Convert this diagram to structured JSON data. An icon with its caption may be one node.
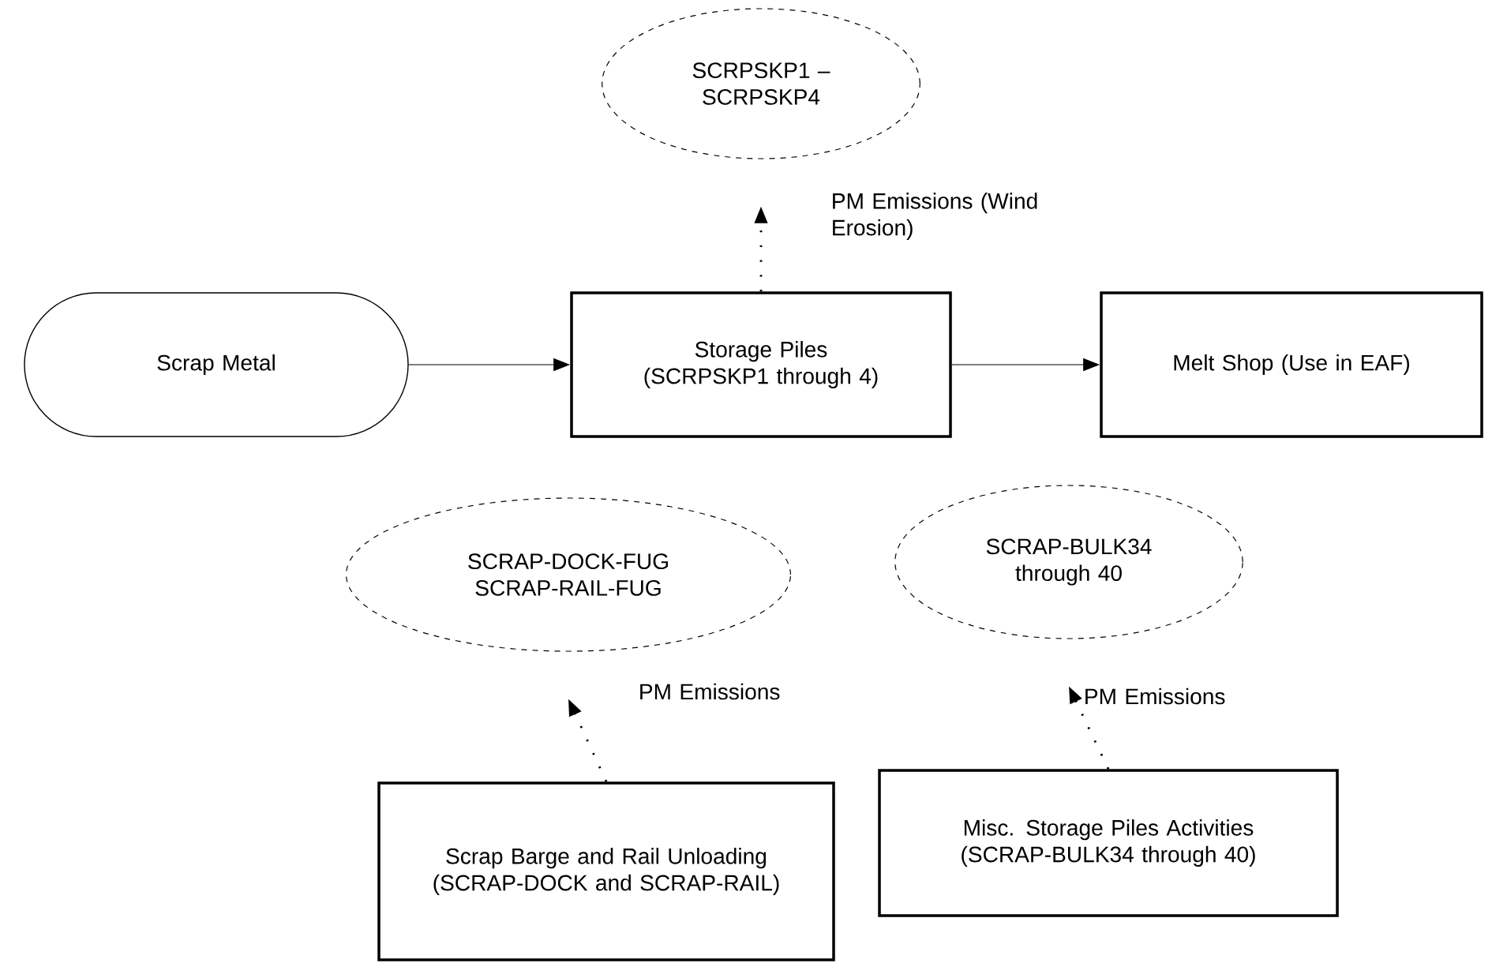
{
  "diagram": {
    "nodes": [
      {
        "text": [
          "Scrap Metal"
        ]
      },
      {
        "text": [
          "Storage Piles (SCRPSKP1 through 4)"
        ]
      },
      {
        "text": [
          "Melt Shop (Use in EAF)"
        ]
      },
      {
        "text": [
          "SCRPSKP1 – SCRPSKP4"
        ]
      },
      {
        "text": [
          "SCRAP-DOCK-FUG SCRAP-RAIL-FUG"
        ]
      },
      {
        "text": [
          "SCRAP-BULK34 through 40"
        ]
      },
      {
        "text": [
          "Scrap Barge and Rail Unloading (SCRAP-DOCK and SCRAP-RAIL)"
        ]
      },
      {
        "text": [
          "Misc. Storage Piles Activities (SCRAP-BULK34 through 40)"
        ]
      }
    ],
    "edges": [
      {
        "from": 0,
        "to": 1,
        "arrow": "to"
      },
      {
        "from": 1,
        "to": 2,
        "arrow": "to"
      },
      {
        "from": 1,
        "to": 3,
        "arrow": "to",
        "style": "dashed",
        "label": "PM Emissions (Wind Erosion)"
      },
      {
        "from": 6,
        "to": 4,
        "arrow": "to",
        "style": "dashed",
        "label": "PM Emissions"
      },
      {
        "from": 7,
        "to": 5,
        "arrow": "to",
        "style": "dashed",
        "label": "PM Emissions"
      }
    ]
  }
}
